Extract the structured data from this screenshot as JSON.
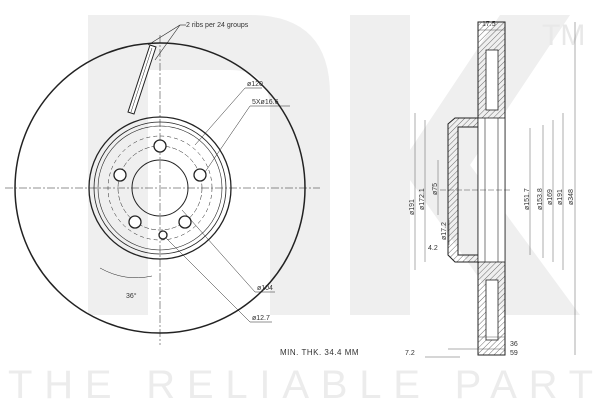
{
  "watermark": {
    "logo": "NK",
    "tm": "TM",
    "slogan": "THE RELIABLE PART"
  },
  "front_view": {
    "rib_note": "2 ribs per 24 groups",
    "labels": {
      "bolt_circle": "ø120",
      "bolt_holes": "5Xø16.6",
      "center_bore": "ø104",
      "small_hole": "ø12.7",
      "angle": "36°"
    }
  },
  "section_view": {
    "thickness_top": "17.5",
    "left_dims": [
      "ø191",
      "ø172.1",
      "ø75",
      "ø17.2",
      "4.2"
    ],
    "right_dims": [
      "ø151.7",
      "ø153.8",
      "ø169",
      "ø191",
      "ø348"
    ],
    "bottom_dims": {
      "a": "36",
      "b": "59",
      "c": "7.2"
    }
  },
  "footer": {
    "min_thickness": "MIN. THK. 34.4 MM"
  }
}
